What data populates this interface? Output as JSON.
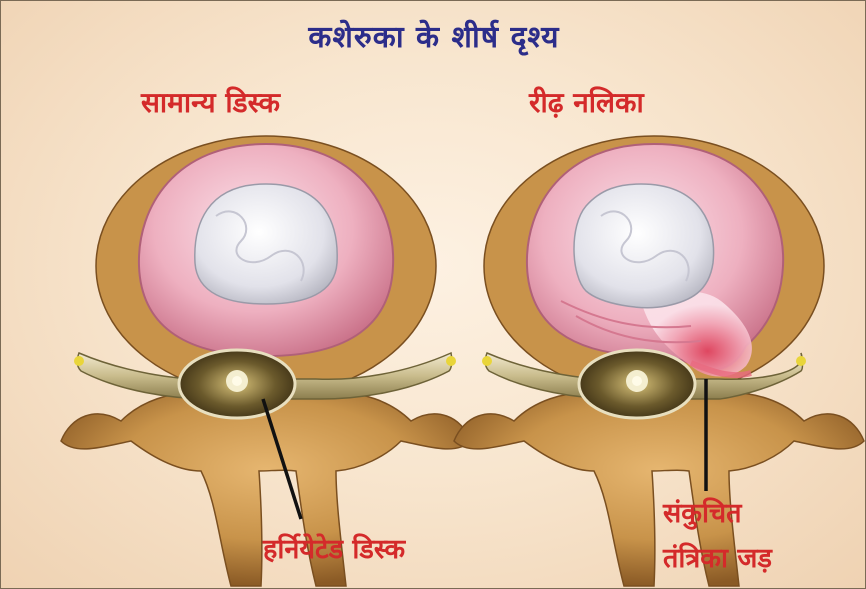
{
  "title": "कशेरुका के शीर्ष दृश्य",
  "labels": {
    "normal_disc": "सामान्य डिस्क",
    "spinal_canal": "रीढ़ नलिका",
    "herniated_disc": "हर्नियेटेड डिस्क",
    "compressed_nerve_line1": "संकुचित",
    "compressed_nerve_line2": "तंत्रिका जड़"
  },
  "colors": {
    "title": "#2c2d8a",
    "labels": "#d42a2a",
    "bone": "#c8934a",
    "annulus": "#e8a5b5",
    "nucleus": "#e4e4ec"
  }
}
